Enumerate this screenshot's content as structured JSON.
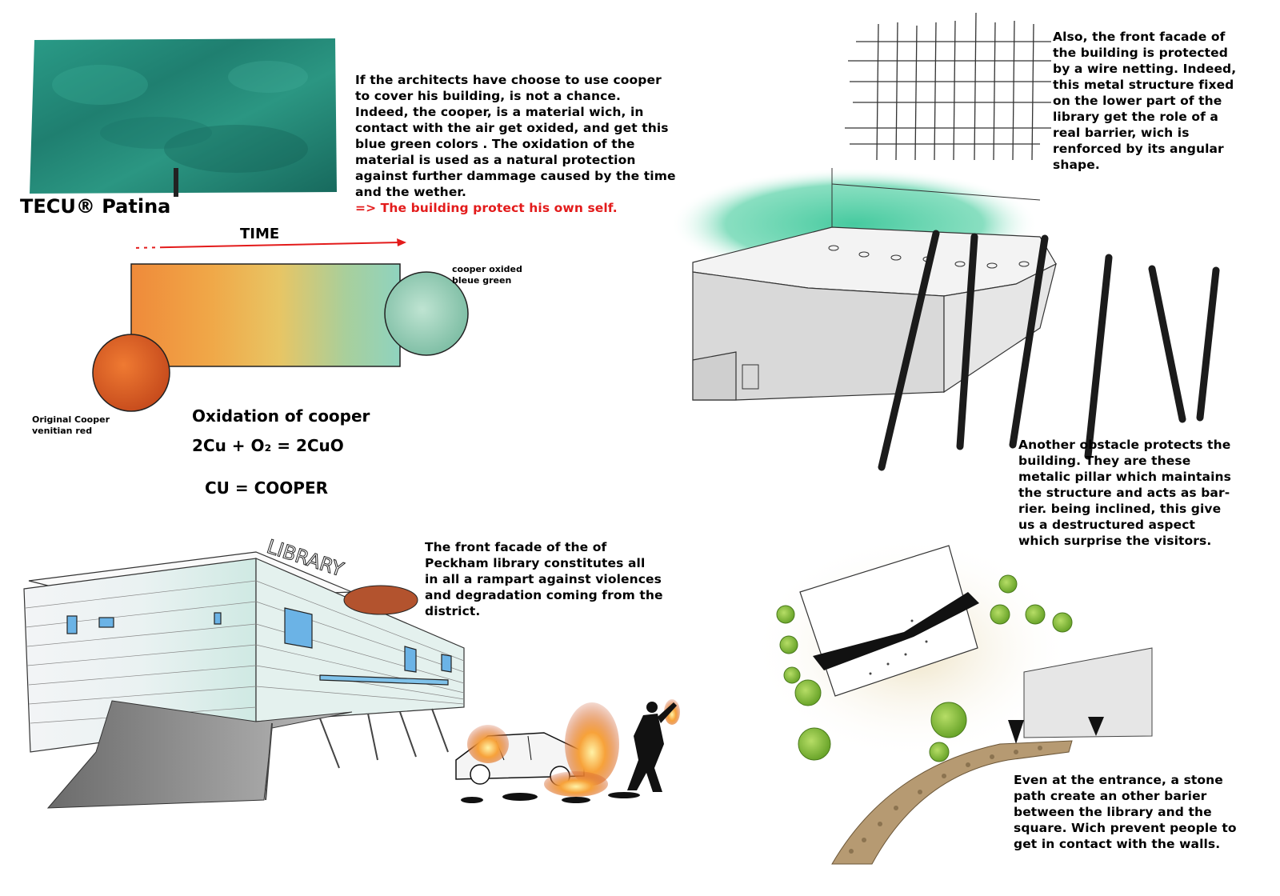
{
  "patina": {
    "title": "TECU® Patina",
    "paragraph_lines": [
      "If the architects have choose to use cooper",
      "to cover his building, is not a chance.",
      "Indeed, the cooper, is a material wich, in",
      "contact with the air get oxided, and get this",
      "blue green colors . The oxidation of the",
      "material is used as a natural protection",
      "against further dammage caused by the time",
      "and the wether."
    ],
    "conclusion": "=> The building protect his own self.",
    "time_label": "TIME",
    "left_note": [
      "Original Cooper",
      "venitian red"
    ],
    "right_note": [
      "cooper oxided",
      "bleue green"
    ],
    "oxidation_title": "Oxidation of cooper",
    "equation": "2Cu + O₂ = 2CuO",
    "legend": "CU = COOPER"
  },
  "netting": {
    "lines": [
      "Also, the front facade of",
      "the building is protected",
      "by a wire netting. Indeed,",
      "this metal structure fixed",
      "on the lower part of the",
      "library get the role of a",
      "real barrier, wich is",
      "renforced by its angular",
      "shape."
    ]
  },
  "pillars": {
    "lines": [
      "Another obstacle protects the",
      "building. They are these",
      "metalic pillar which maintains",
      "the structure and acts as bar-",
      "rier. being inclined, this give",
      "us a destructured aspect",
      "which surprise the visitors."
    ]
  },
  "facade": {
    "sign": "LIBRARY",
    "lines": [
      " The front facade of the of",
      "Peckham library constitutes all",
      "in all a rampart against violences",
      "and degradation coming from the",
      "district."
    ]
  },
  "entrance": {
    "lines": [
      "Even at the entrance, a stone",
      "path create an other barier",
      "between the library and the",
      "square. Wich prevent people to",
      "get in contact with the walls."
    ]
  },
  "colors": {
    "patina_green": "#1f8c7c",
    "copper_orange": "#d9622a",
    "mint": "#3cc79a",
    "tree_green": "#8bc43a",
    "red_text": "#e31b1b"
  }
}
